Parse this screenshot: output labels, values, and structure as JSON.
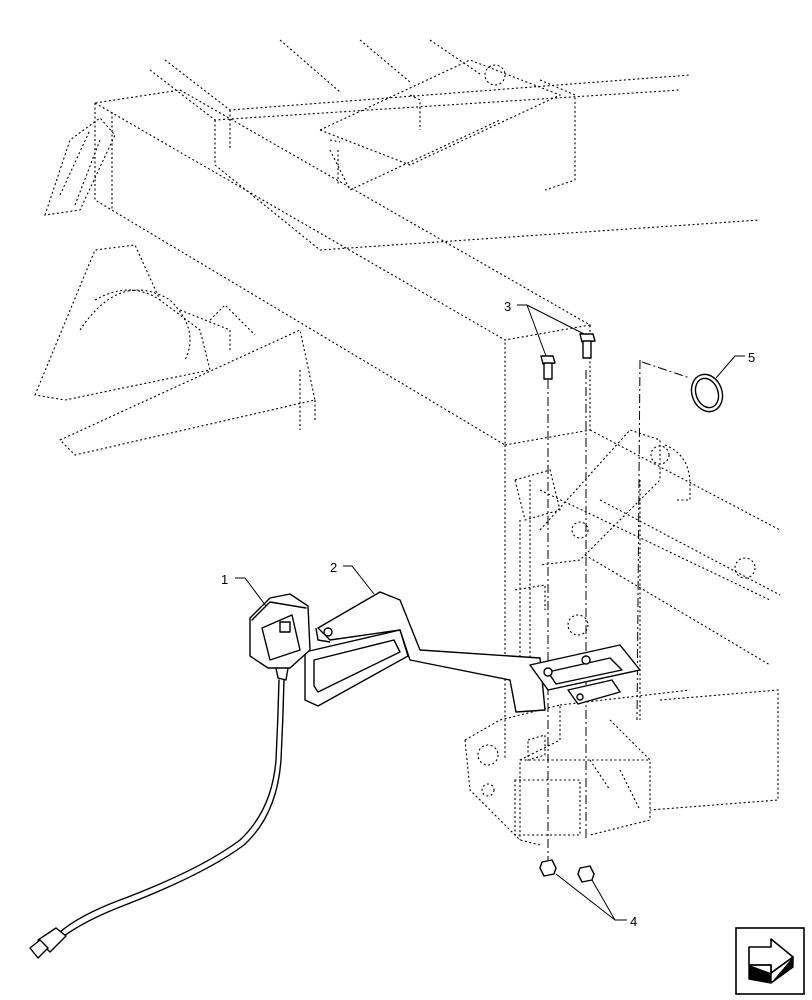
{
  "diagram": {
    "callouts": [
      {
        "id": "1",
        "label": "1"
      },
      {
        "id": "2",
        "label": "2"
      },
      {
        "id": "3",
        "label": "3"
      },
      {
        "id": "4",
        "label": "4"
      },
      {
        "id": "5",
        "label": "5"
      }
    ],
    "parts": [
      {
        "callout": "1",
        "icon": "sensor-module-with-cable"
      },
      {
        "callout": "2",
        "icon": "mounting-bracket"
      },
      {
        "callout": "3",
        "icon": "bolt"
      },
      {
        "callout": "4",
        "icon": "nut"
      },
      {
        "callout": "5",
        "icon": "o-ring"
      }
    ],
    "nav_icon": "next-view-arrow-icon",
    "colors": {
      "line": "#000000",
      "background": "#ffffff"
    }
  }
}
